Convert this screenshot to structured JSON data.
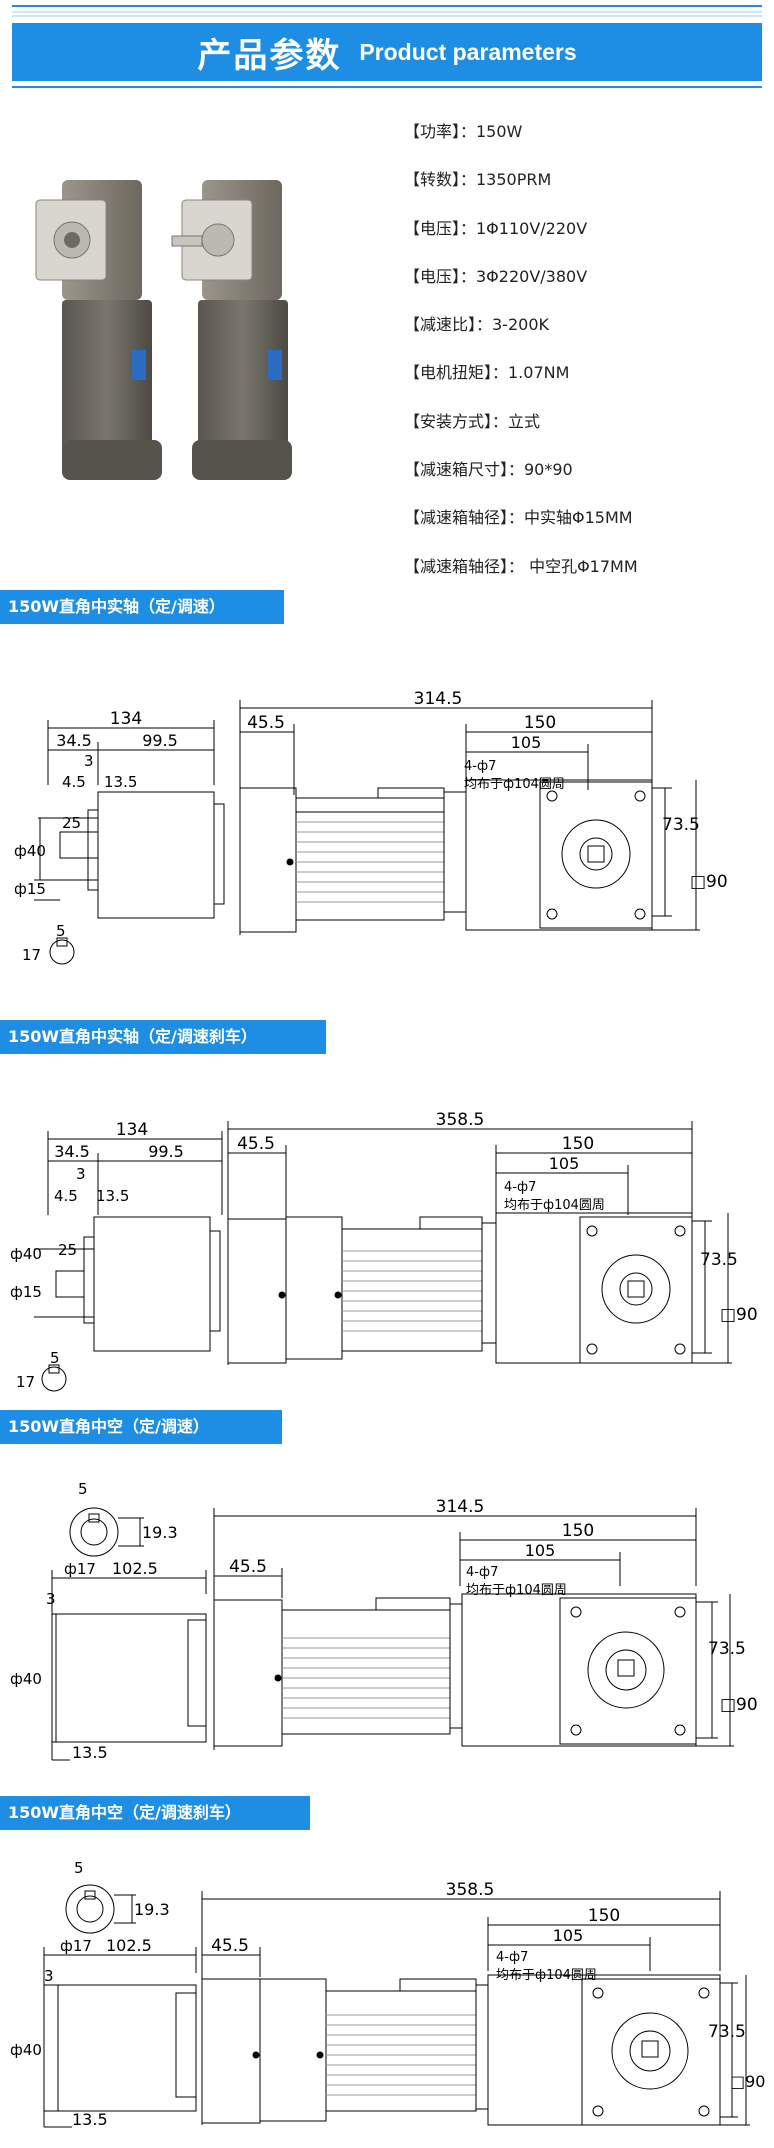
{
  "header": {
    "title_cn": "产品参数",
    "title_en": "Product parameters"
  },
  "specs": [
    "【功率】：150W",
    "【转数】：1350PRM",
    "【电压】：1Φ110V/220V",
    "【电压】：3Φ220V/380V",
    "【减速比】：3-200K",
    "【电机扭矩】：1.07NM",
    "【安装方式】：立式",
    "【减速箱尺寸】：90*90",
    "【减速箱轴径】：中实轴Φ15MM",
    "【减速箱轴径】： 中空孔Φ17MM"
  ],
  "sections": [
    {
      "title": "150W直角中实轴（定/调速）"
    },
    {
      "title": "150W直角中实轴（定/调速刹车）"
    },
    {
      "title": "150W直角中空（定/调速）"
    },
    {
      "title": "150W直角中空（定/调速刹车）"
    }
  ],
  "drawings": {
    "d1": {
      "total": "314.5",
      "d134": "134",
      "d34_5": "34.5",
      "d99_5": "99.5",
      "d3": "3",
      "d4_5": "4.5",
      "d13_5": "13.5",
      "d40": "ф40",
      "d25": "25",
      "d15": "ф15",
      "d5": "5",
      "d17": "17",
      "d45_5": "45.5",
      "d150": "150",
      "d105": "105",
      "holes": "4-ф7",
      "pcd": "均布于ф104圆周",
      "d73_5": "73.5",
      "sq90": "□90"
    },
    "d2": {
      "total": "358.5",
      "d134": "134",
      "d34_5": "34.5",
      "d99_5": "99.5",
      "d3": "3",
      "d4_5": "4.5",
      "d13_5": "13.5",
      "d40": "ф40",
      "d25": "25",
      "d15": "ф15",
      "d5": "5",
      "d17": "17",
      "d45_5": "45.5",
      "d150": "150",
      "d105": "105",
      "holes": "4-ф7",
      "pcd": "均布于ф104圆周",
      "d73_5": "73.5",
      "sq90": "□90"
    },
    "d3": {
      "total": "314.5",
      "d5": "5",
      "d19_3": "19.3",
      "d17": "ф17",
      "d102_5": "102.5",
      "d3": "3",
      "d40": "ф40",
      "d13_5": "13.5",
      "d45_5": "45.5",
      "d150": "150",
      "d105": "105",
      "holes": "4-ф7",
      "pcd": "均布于ф104圆周",
      "d73_5": "73.5",
      "sq90": "□90"
    },
    "d4": {
      "total": "358.5",
      "d5": "5",
      "d19_3": "19.3",
      "d17": "ф17",
      "d102_5": "102.5",
      "d3": "3",
      "d40": "ф40",
      "d13_5": "13.5",
      "d45_5": "45.5",
      "d150": "150",
      "d105": "105",
      "holes": "4-ф7",
      "pcd": "均布于ф104圆周",
      "d73_5": "73.5",
      "sq90": "□90"
    }
  },
  "colors": {
    "accent": "#1e8ee4",
    "motor_gray": "#6b6862"
  }
}
